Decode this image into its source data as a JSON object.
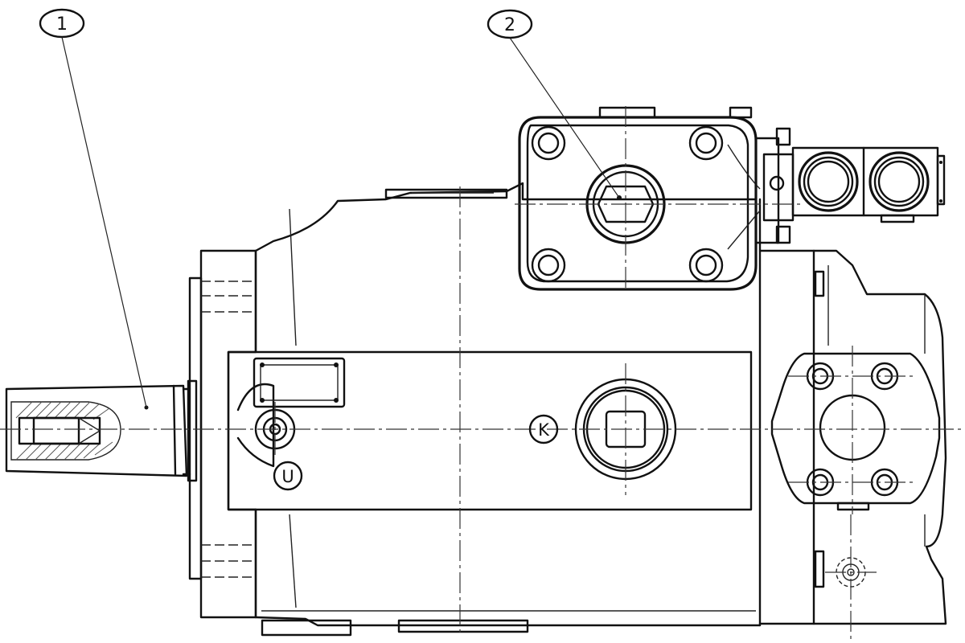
{
  "callouts": [
    {
      "label": "1"
    },
    {
      "label": "2"
    }
  ],
  "markers": {
    "k_label": "K",
    "u_label": "U"
  },
  "colors": {
    "line": "#111111",
    "background": "#ffffff"
  }
}
